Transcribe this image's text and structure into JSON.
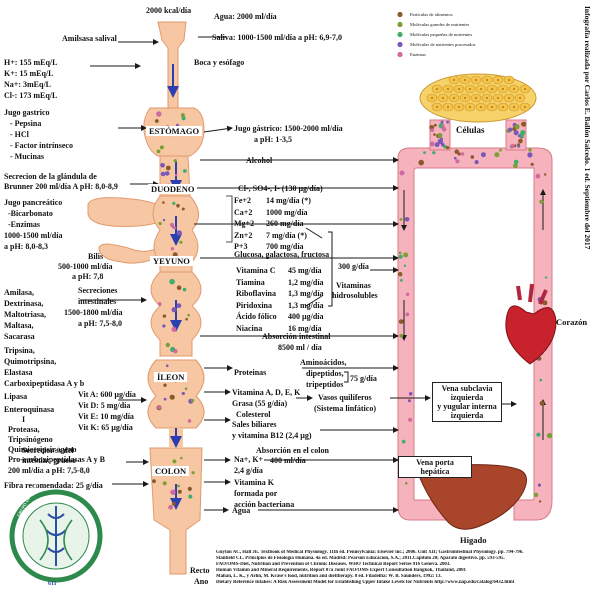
{
  "top": {
    "kcal": "2000 kcal/día",
    "water": "Agua: 2000 ml/día",
    "amylase": "Amilsasa salival",
    "saliva": "Saliva: 1000-1500 ml/día a pH: 6,9-7,0",
    "mouth": "Boca y esófago"
  },
  "gastric_ions": [
    "H+: 155 mEq/L",
    "K+: 15 mEq/L",
    "Na+: 3mEq/L",
    "Cl-:  173 mEq/L"
  ],
  "gastric_juice": {
    "title": "Jugo gastrico",
    "items": [
      "- Pepsina",
      "- HCl",
      "- Factor intrínseco",
      "- Mucinas"
    ]
  },
  "stomach": {
    "label": "ESTÓMAGO",
    "juice_1": "Jugo gástrico: 1500-2000 ml/día",
    "juice_2": "a pH: 1-3,5",
    "alcohol": "Alcohol"
  },
  "duodenum": {
    "brunner_1": "Secrecion de la  glándula de",
    "brunner_2": "Brunner 200 ml/día A pH: 8,0-8,9",
    "label": "DUODENO",
    "ions": "Cl-, SO4-, I- (130 µg/día)",
    "minerals": [
      {
        "name": "Fe+2",
        "value": "14 mg/día (*)"
      },
      {
        "name": "Ca+2",
        "value": "1000 mg/día"
      },
      {
        "name": "Mg+2",
        "value": "260 mg/día"
      },
      {
        "name": "Zn+2",
        "value": "7 mg/día (*)"
      },
      {
        "name": "P+3",
        "value": "700 mg/día"
      }
    ]
  },
  "pancreatic": [
    "Jugo pancreático",
    "-Bicarbonato",
    "-Enzimas",
    "1000-1500 ml/día",
    "a pH: 8,0-8,3"
  ],
  "bile": [
    "Bilis",
    "500-1000 ml/día",
    "a pH: 7,8"
  ],
  "jejunum": {
    "label": "YEYUNO",
    "sugars": "Glucosa, galactosa, fructosa",
    "sugars_value": "300 g/día",
    "enzymes": [
      "Amilasa,",
      "Dextrinasa,",
      "Maltotriasa,",
      "Maltasa,",
      "Sacarasa"
    ],
    "secretions": [
      "Secreciones",
      "intestinales",
      "1500-1800 ml/día",
      "a pH: 7,5-8,0"
    ],
    "vitamins": [
      {
        "name": "Vitamina C",
        "value": "45 mg/día"
      },
      {
        "name": "Tiamina",
        "value": "1,2 mg/día"
      },
      {
        "name": "Riboflavina",
        "value": "1,3 mg/día"
      },
      {
        "name": "Piridoxina",
        "value": "1,3 mg/día"
      },
      {
        "name": "Ácido fólico",
        "value": "400 µg/día"
      },
      {
        "name": "Niacina",
        "value": "16 mg/día"
      }
    ],
    "hydro_1": "Vitaminas",
    "hydro_2": "hidrosolubles"
  },
  "proteases": [
    "Tripsina,",
    "Quimotripsina,",
    "Elastasa",
    "Carboxipeptidasa A y b"
  ],
  "lipase": "Lipasa",
  "enterokinase": [
    "Enteroquinasa",
    "I",
    "Proteasa,",
    "Tripsinógeno",
    "Quimiotripsinógeno",
    "Pro-carboxipeptidasas A y B"
  ],
  "ileum": {
    "label": "ÍLEON",
    "absorption_1": "Absorción intestinal",
    "absorption_2": "8500 ml / día",
    "proteins": "Proteinas",
    "amino": [
      "Aminoácidos,",
      "dipeptidos,",
      "tripeptidos"
    ],
    "amino_value": "75 g/día",
    "fat_vits": [
      "Vit A: 600 µg/día",
      "Vit D: 5 mg/día",
      "Vit E: 10 mg/día",
      "Vit K: 65 µg/día"
    ],
    "lipids": [
      "Vitamina A, D, E, K",
      "Grasa (55 g/día)",
      "Colesterol"
    ],
    "lacteals": [
      "Vasos quilíferos",
      "(Sistema linfático)"
    ],
    "salts": [
      "Sales biliares",
      "y vitamina B12 (2,4 µg)"
    ]
  },
  "colon": {
    "intestine_sec": [
      "Secreciones del",
      "intestino grueso",
      "200 ml/día a pH: 7,5-8,0"
    ],
    "fiber": "Fibra recomendada: 25 g/día",
    "label": "COLON",
    "absorption_1": "Absorción en el colon",
    "absorption_2": "400 ml/día",
    "nak": "Na+, K+",
    "nak_value": "2,4 g/día",
    "vitk": [
      "Vitamina K",
      "formada por",
      "acción bacteriana"
    ],
    "water": "Agua",
    "rectum": [
      "Recto",
      "Ano"
    ]
  },
  "circulation": {
    "cells": "Células",
    "heart": "Corazón",
    "liver": "Hígado",
    "subclavian": [
      "Vena subclavia",
      "izquierda",
      "y yugular interna",
      "izquierda"
    ],
    "portal": "Vena porta hepática"
  },
  "legend": [
    {
      "label": "Partículas de alimentos",
      "color": "#8b5a2b"
    },
    {
      "label": "Moléculas grandes de nutrientes",
      "color": "#7b9f34"
    },
    {
      "label": "Moléculas pequeñas de nutrientes",
      "color": "#3fae6a"
    },
    {
      "label": "Moléculas de nutrientes procesados",
      "color": "#7a58b8"
    },
    {
      "label": "Enzimas",
      "color": "#d06aa0"
    }
  ],
  "credit": "Infografía realizada por Carlos E. Ballón Salcedo. 1 ed. Septiembre del 2017",
  "logo": {
    "ring_text": "GRUPO DE INVESTIGACIÓN EN INMUNOLOGÍA",
    "year": "611"
  },
  "references": [
    "Guyton AC, Hall JE. Textbook of Medical Physiology. 11th ed. Pennsylvania: Elsevier inc.; 2006. Unit XII; Gastrointestinal Physiology. pp. 794-796.",
    "Stanfield CL. Principios de Fisiología Humana. 4a ed. Madrid: Pearson Educación, S.A.; 2011.Capítulo 20;  Aparato digestivo. pp. 593-595.",
    "FAO/OMS-Diet, Nutrition and  Prevention of Chronic Diseases. WHO Technical Report Series 916 Geneva. 2003.",
    "Human Vitamin and Mineral Requirements, Report 07a Joint FAO/OMS Expert Consultation Bangkok, Thailand, 2001",
    "Mahan, L. K., y Arlin, M. Krase's food, nutrition and diettherapy. 8 ed. Filadelfia: W. B. Saunders, 1992: 13.",
    "Dietary Reference Intakes: A Risk Assessment Model for Establishing Upper Intake Levels for Nutrients http://www.nap.edu/catalog/6432.html"
  ],
  "colors": {
    "tract": "#f7c7a3",
    "tract_edge": "#e19a6e",
    "vessel": "#f6b3bd",
    "vessel_edge": "#d97a88",
    "heart": "#c8232c",
    "liver": "#a8452a",
    "cells": "#f7d26b",
    "arrow": "#1a1a1a",
    "blue_arrow": "#2b3fae"
  }
}
